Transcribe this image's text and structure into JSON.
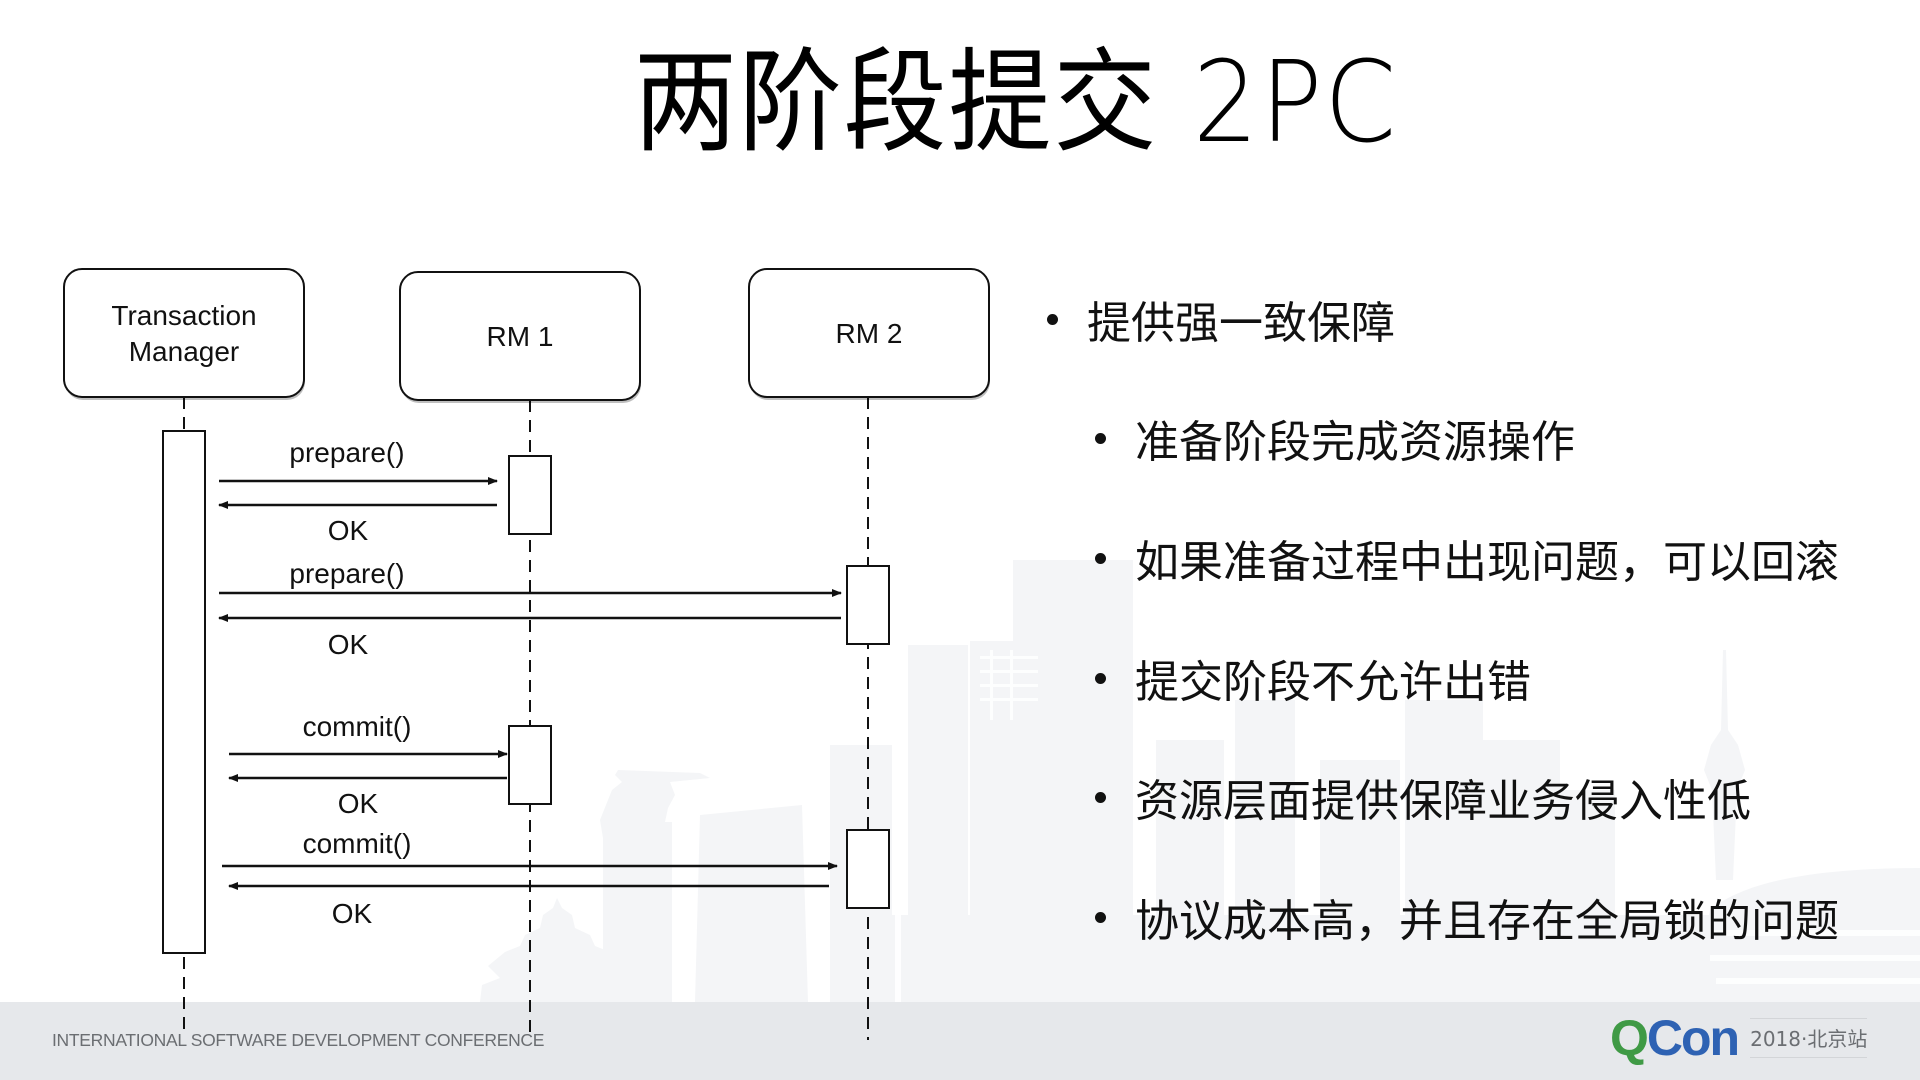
{
  "slide": {
    "title": "两阶段提交 2PC"
  },
  "diagram": {
    "type": "sequence",
    "actors": [
      {
        "id": "tm",
        "label_lines": [
          "Transaction",
          "Manager"
        ]
      },
      {
        "id": "rm1",
        "label_lines": [
          "RM 1"
        ]
      },
      {
        "id": "rm2",
        "label_lines": [
          "RM 2"
        ]
      }
    ],
    "messages": [
      {
        "from": "tm",
        "to": "rm1",
        "label": "prepare()"
      },
      {
        "from": "rm1",
        "to": "tm",
        "label": "OK"
      },
      {
        "from": "tm",
        "to": "rm2",
        "label": "prepare()"
      },
      {
        "from": "rm2",
        "to": "tm",
        "label": "OK"
      },
      {
        "from": "tm",
        "to": "rm1",
        "label": "commit()"
      },
      {
        "from": "rm1",
        "to": "tm",
        "label": "OK"
      },
      {
        "from": "tm",
        "to": "rm2",
        "label": "commit()"
      },
      {
        "from": "rm2",
        "to": "tm",
        "label": "OK"
      }
    ]
  },
  "bullets": [
    {
      "level": 1,
      "text": "提供强一致保障"
    },
    {
      "level": 2,
      "text": "准备阶段完成资源操作"
    },
    {
      "level": 2,
      "text": "如果准备过程中出现问题，可以回滚"
    },
    {
      "level": 2,
      "text": "提交阶段不允许出错"
    },
    {
      "level": 2,
      "text": "资源层面提供保障业务侵入性低"
    },
    {
      "level": 2,
      "text": "协议成本高，并且存在全局锁的问题"
    }
  ],
  "footer": {
    "conference": "INTERNATIONAL SOFTWARE DEVELOPMENT CONFERENCE",
    "logo": {
      "q": "Q",
      "con": "Con",
      "subtitle": "2018·北京站"
    },
    "colors": {
      "q": "#3f9a45",
      "con": "#2e62b3"
    }
  }
}
